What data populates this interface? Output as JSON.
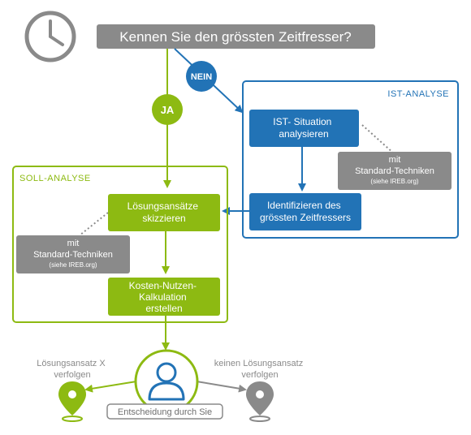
{
  "question": "Kennen Sie den grössten Zeitfresser?",
  "labels": {
    "yes": "JA",
    "no": "NEIN"
  },
  "ist": {
    "title": "IST-ANALYSE",
    "situation_lines": [
      "IST- Situation",
      "analysieren"
    ],
    "identify_lines": [
      "Identifizieren des",
      "grössten Zeitfressers"
    ],
    "note": {
      "line1": "mit",
      "line2": "Standard-Techniken",
      "line3": "(siehe IREB.org)"
    }
  },
  "soll": {
    "title": "SOLL-ANALYSE",
    "sketch_lines": [
      "Lösungsansätze",
      "skizzieren"
    ],
    "cost_lines": [
      "Kosten-Nutzen-",
      "Kalkulation",
      "erstellen"
    ],
    "note": {
      "line1": "mit",
      "line2": "Standard-Techniken",
      "line3": "(siehe IREB.org)"
    }
  },
  "decision": {
    "label": "Entscheidung durch Sie",
    "left_lines": [
      "Lösungsansatz X",
      "verfolgen"
    ],
    "right_lines": [
      "keinen Lösungsansatz",
      "verfolgen"
    ]
  },
  "colors": {
    "green": "#8dba12",
    "blue": "#2273b6",
    "gray": "#8a8a8a",
    "dark_gray": "#6e6e6e",
    "white": "#ffffff"
  },
  "icons": [
    "clock-icon",
    "person-icon",
    "location-pin-icon"
  ]
}
